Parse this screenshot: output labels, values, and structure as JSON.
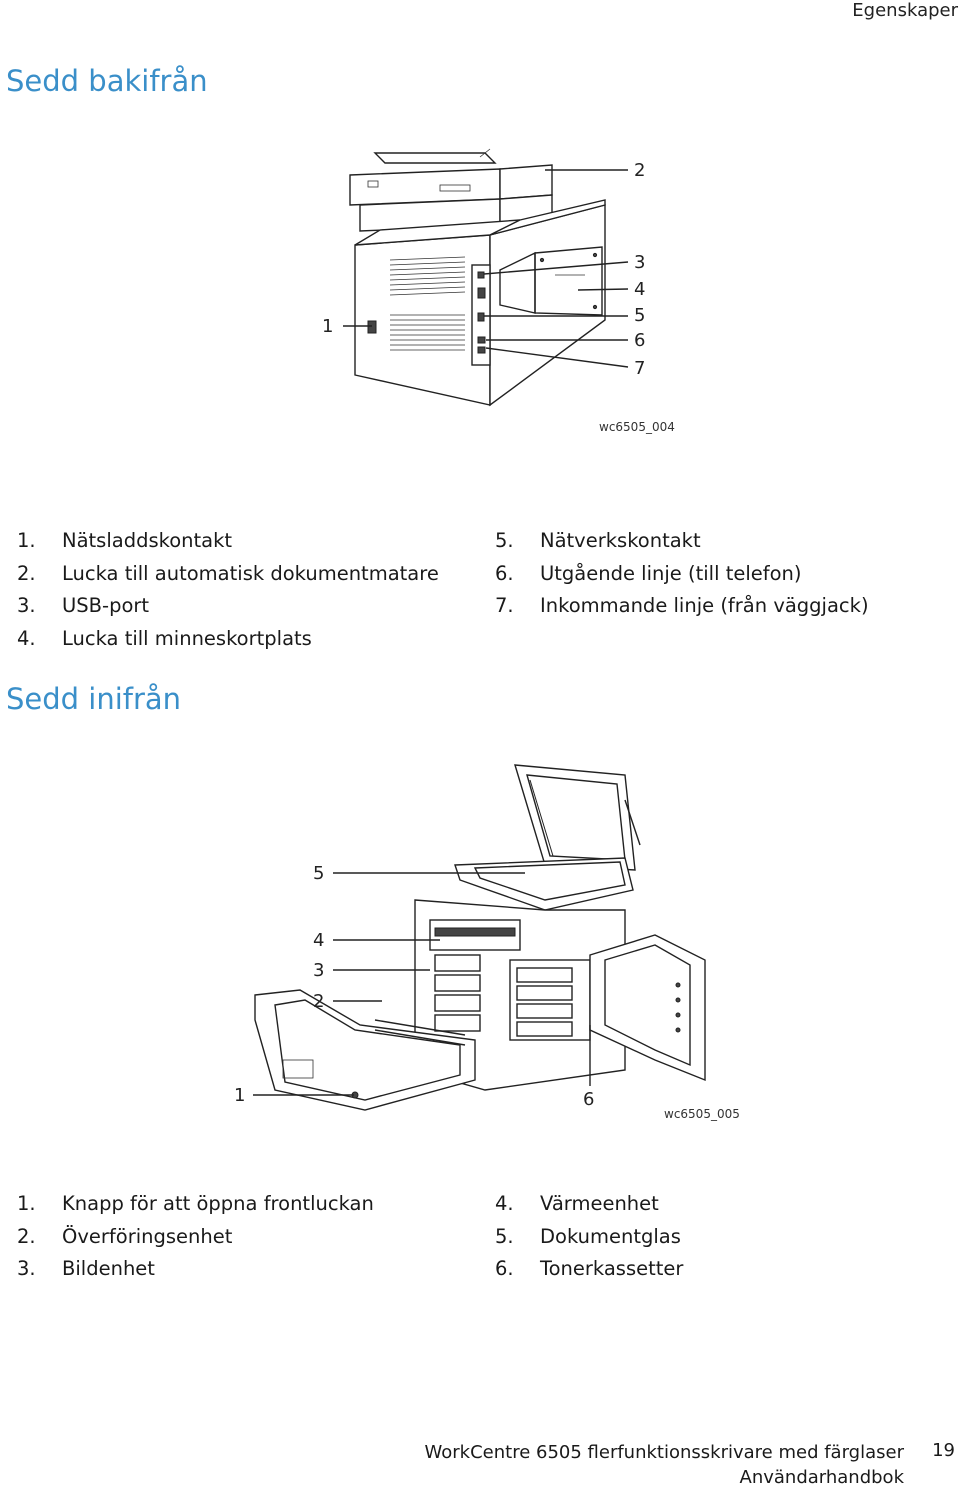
{
  "header": {
    "section": "Egenskaper"
  },
  "rear": {
    "title": "Sedd bakifrån",
    "callouts": [
      "1",
      "2",
      "3",
      "4",
      "5",
      "6",
      "7"
    ],
    "image_code": "wc6505_004",
    "items_left": [
      {
        "num": "1.",
        "label": "Nätsladdskontakt"
      },
      {
        "num": "2.",
        "label": "Lucka till automatisk dokumentmatare"
      },
      {
        "num": "3.",
        "label": "USB-port"
      },
      {
        "num": "4.",
        "label": "Lucka till minneskortplats"
      }
    ],
    "items_right": [
      {
        "num": "5.",
        "label": "Nätverkskontakt"
      },
      {
        "num": "6.",
        "label": "Utgående linje (till telefon)"
      },
      {
        "num": "7.",
        "label": "Inkommande linje (från väggjack)"
      }
    ]
  },
  "inside": {
    "title": "Sedd inifrån",
    "callouts": [
      "1",
      "2",
      "3",
      "4",
      "5",
      "6"
    ],
    "image_code": "wc6505_005",
    "items_left": [
      {
        "num": "1.",
        "label": "Knapp för att öppna frontluckan"
      },
      {
        "num": "2.",
        "label": "Överföringsenhet"
      },
      {
        "num": "3.",
        "label": "Bildenhet"
      }
    ],
    "items_right": [
      {
        "num": "4.",
        "label": "Värmeenhet"
      },
      {
        "num": "5.",
        "label": "Dokumentglas"
      },
      {
        "num": "6.",
        "label": "Tonerkassetter"
      }
    ]
  },
  "footer": {
    "product": "WorkCentre 6505 flerfunktionsskrivare med färglaser",
    "doc": "Användarhandbok",
    "page": "19"
  }
}
